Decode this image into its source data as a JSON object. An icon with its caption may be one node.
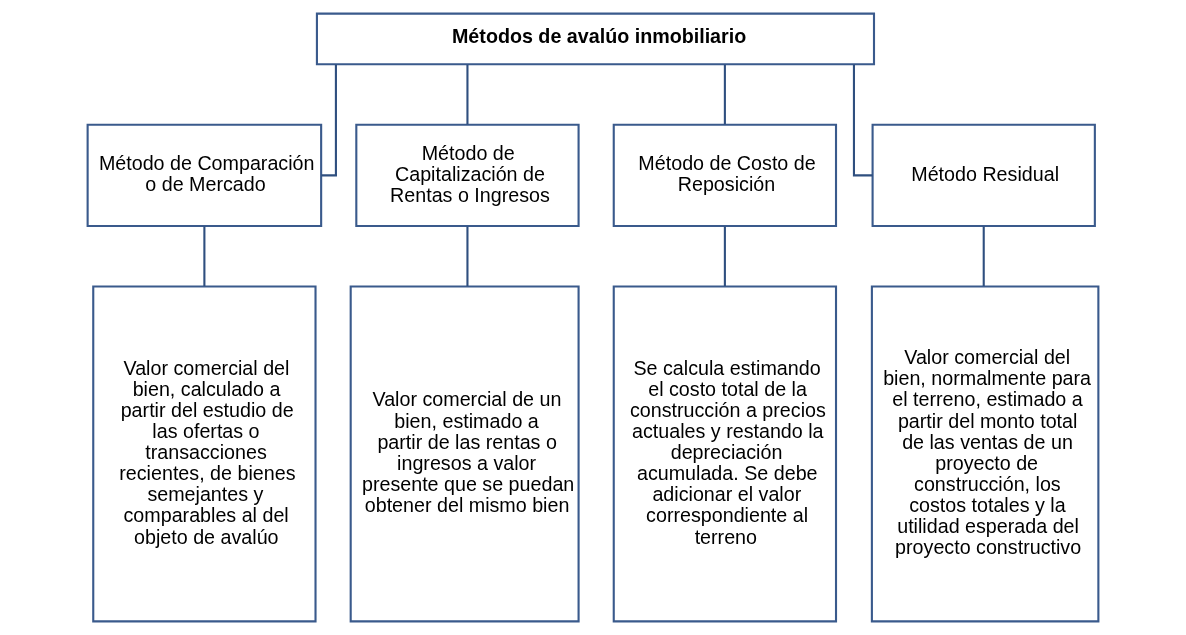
{
  "diagram": {
    "nodes": [
      {
        "text": [
          "Métodos de avalúo inmobiliario"
        ]
      },
      {
        "text": [
          "Método de Comparación o de Mercado"
        ]
      },
      {
        "text": [
          "Método de Capitalización de Rentas o Ingresos"
        ]
      },
      {
        "text": [
          "Método de Costo de Reposición"
        ]
      },
      {
        "text": [
          "Método Residual"
        ]
      },
      {
        "text": [
          "Valor comercial del bien, calculado a partir del estudio de las ofertas o transacciones recientes, de bienes semejantes y comparables al del objeto de avalúo"
        ]
      },
      {
        "text": [
          "Valor comercial de un bien, estimado a partir de las rentas o ingresos a valor presente que se puedan obtener del mismo bien"
        ]
      },
      {
        "text": [
          "Se calcula estimando el costo total de la construcción a precios actuales y restando la depreciación acumulada. Se debe adicionar el valor correspondiente al terreno"
        ]
      },
      {
        "text": [
          "Valor comercial del bien, normalmente para el terreno, estimado a partir del monto total de las ventas de un proyecto de construcción, los costos totales y la utilidad esperada del proyecto constructivo"
        ]
      }
    ],
    "edges": [
      {
        "from": 0,
        "to": 1,
        "arrow": "none"
      },
      {
        "from": 0,
        "to": 2,
        "arrow": "none"
      },
      {
        "from": 0,
        "to": 3,
        "arrow": "none"
      },
      {
        "from": 0,
        "to": 4,
        "arrow": "none"
      },
      {
        "from": 1,
        "to": 5,
        "arrow": "none"
      },
      {
        "from": 2,
        "to": 6,
        "arrow": "none"
      },
      {
        "from": 3,
        "to": 7,
        "arrow": "none"
      },
      {
        "from": 4,
        "to": 8,
        "arrow": "none"
      }
    ]
  }
}
